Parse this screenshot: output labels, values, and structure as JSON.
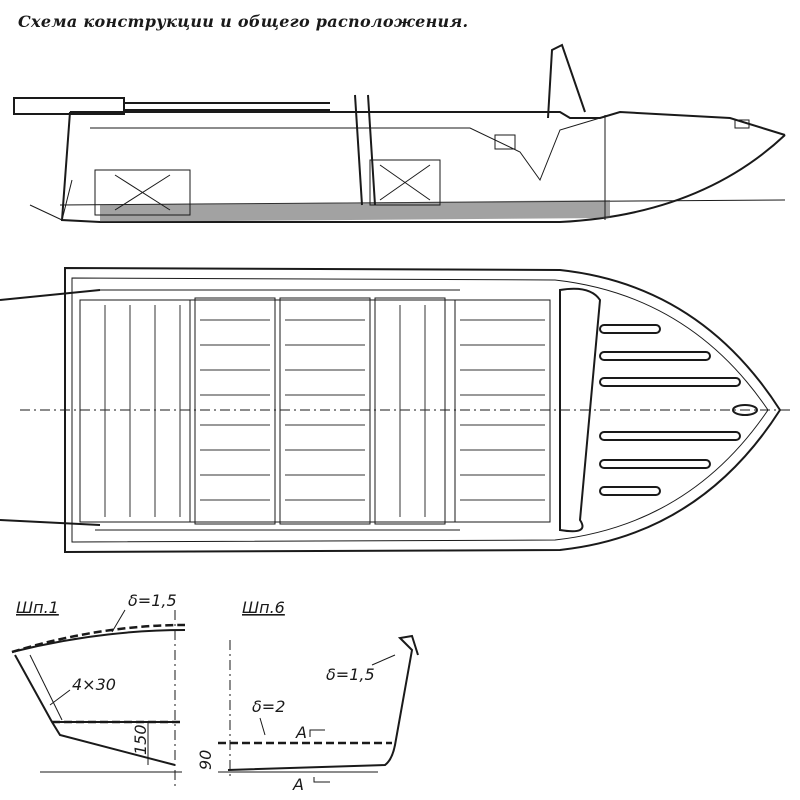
{
  "title": "Схема конструкции и общего расположения.",
  "sections": {
    "frame1": {
      "label": "Шп.1",
      "thickness": "δ=1,5",
      "profile": "4×30",
      "dimension": "150"
    },
    "frame6": {
      "label": "Шп.6",
      "thickness_side": "δ=1,5",
      "thickness_bottom": "δ=2",
      "dimension": "90",
      "cut_top": "A",
      "cut_bottom": "A"
    }
  }
}
